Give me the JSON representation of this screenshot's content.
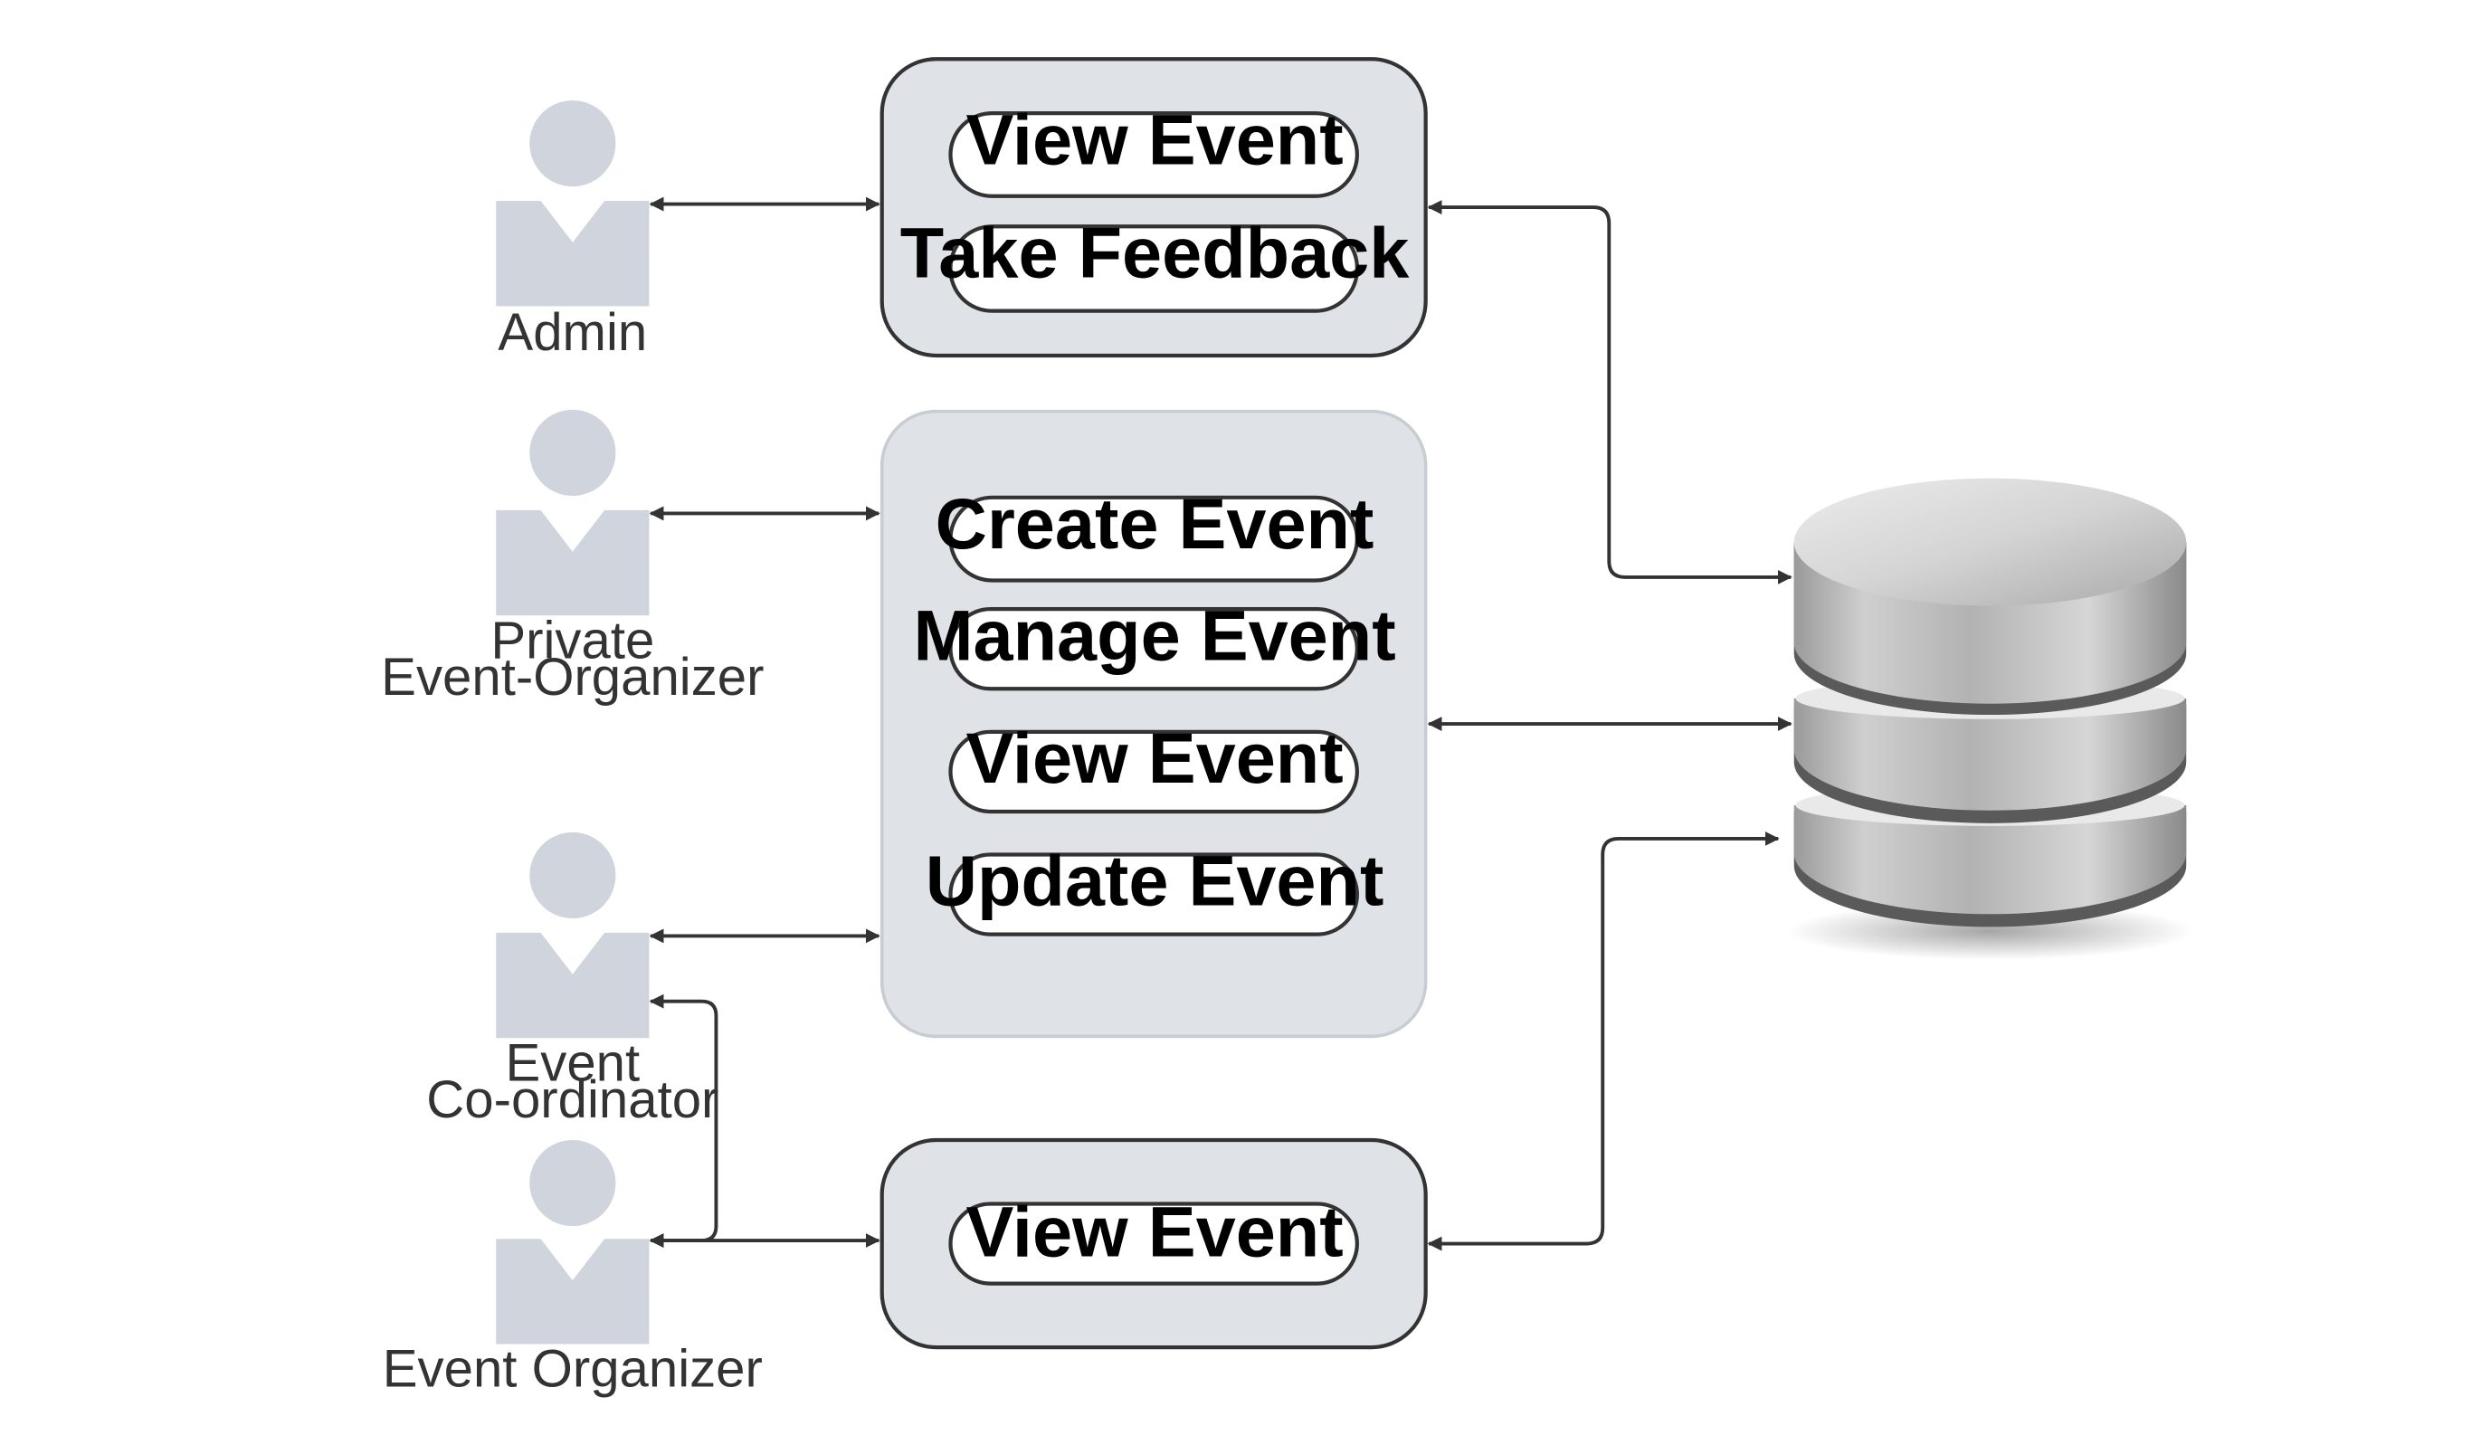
{
  "actors": [
    {
      "id": "admin",
      "label_lines": [
        "Admin"
      ]
    },
    {
      "id": "private-organizer",
      "label_lines": [
        "Private",
        "Event-Organizer"
      ]
    },
    {
      "id": "coordinator",
      "label_lines": [
        "Event",
        "Co-ordinator"
      ]
    },
    {
      "id": "organizer",
      "label_lines": [
        "Event Organizer"
      ]
    }
  ],
  "groups": [
    {
      "id": "admin-group",
      "items": [
        "View Event",
        "Take Feedback"
      ]
    },
    {
      "id": "organizer-group",
      "items": [
        "Create Event",
        "Manage Event",
        "View Event",
        "Update Event"
      ]
    },
    {
      "id": "event-organizer-group",
      "items": [
        "View Event"
      ]
    }
  ],
  "database": {
    "icon": "database-icon"
  },
  "colors": {
    "group_fill": "#dfe2e7",
    "actor_fill": "#d0d5dd",
    "stroke": "#333333"
  }
}
